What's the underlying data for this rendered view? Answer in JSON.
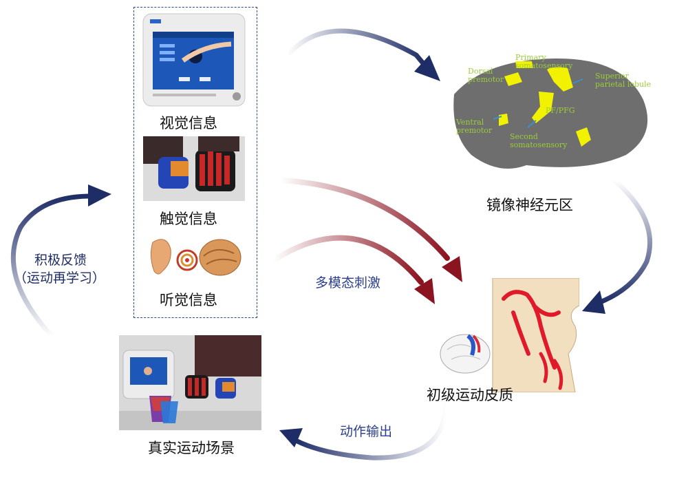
{
  "labels": {
    "visual_info": "视觉信息",
    "tactile_info": "触觉信息",
    "auditory_info": "听觉信息",
    "mirror_neuron_area": "镜像神经元区",
    "multimodal_stimulation": "多模态刺激",
    "primary_motor_cortex": "初级运动皮质",
    "action_output": "动作输出",
    "real_motion_scene": "真实运动场景",
    "positive_feedback_line1": "积极反馈",
    "positive_feedback_line2": "（运动再学习）"
  },
  "brain_regions": {
    "dorsal_premotor": [
      "Dorsal",
      "premotor"
    ],
    "primary_somatosensory": [
      "Primary",
      "somatosensory"
    ],
    "superior_parietal_lobule": [
      "Superior",
      "parietal lobule"
    ],
    "pf_pfg": "PF/PFG",
    "ventral_premotor": [
      "Ventral",
      "premotor"
    ],
    "second_somatosensory": [
      "Second",
      "somatosensory"
    ]
  },
  "colors": {
    "arrow_navy": "#1f2d66",
    "arrow_red": "#8a1420",
    "caption_blue": "#2c3f8f",
    "brain_gray": "#6e6e6e",
    "brain_yellow": "#f2f200",
    "label_green": "#9ccc3a"
  }
}
